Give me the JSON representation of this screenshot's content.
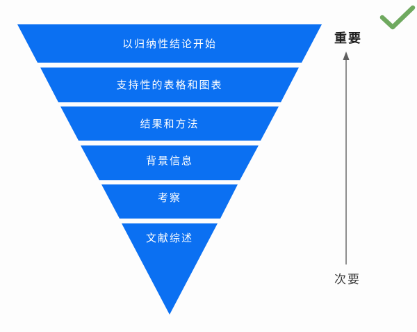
{
  "diagram": {
    "type": "inverted-pyramid-funnel",
    "funnel": {
      "fill_color": "#0b70f2",
      "label_color": "#ffffff",
      "segments": [
        {
          "label": "以归纳性结论开始"
        },
        {
          "label": "支持性的表格和图表"
        },
        {
          "label": "结果和方法"
        },
        {
          "label": "背景信息"
        },
        {
          "label": "考察"
        },
        {
          "label": "文献综述"
        }
      ]
    },
    "importance_axis": {
      "top_label": "重要",
      "bottom_label": "次要",
      "arrow_direction": "up",
      "line_color": "#5f5f5f"
    },
    "checkmark": {
      "name": "check-icon",
      "color": "#6fa95f"
    }
  }
}
